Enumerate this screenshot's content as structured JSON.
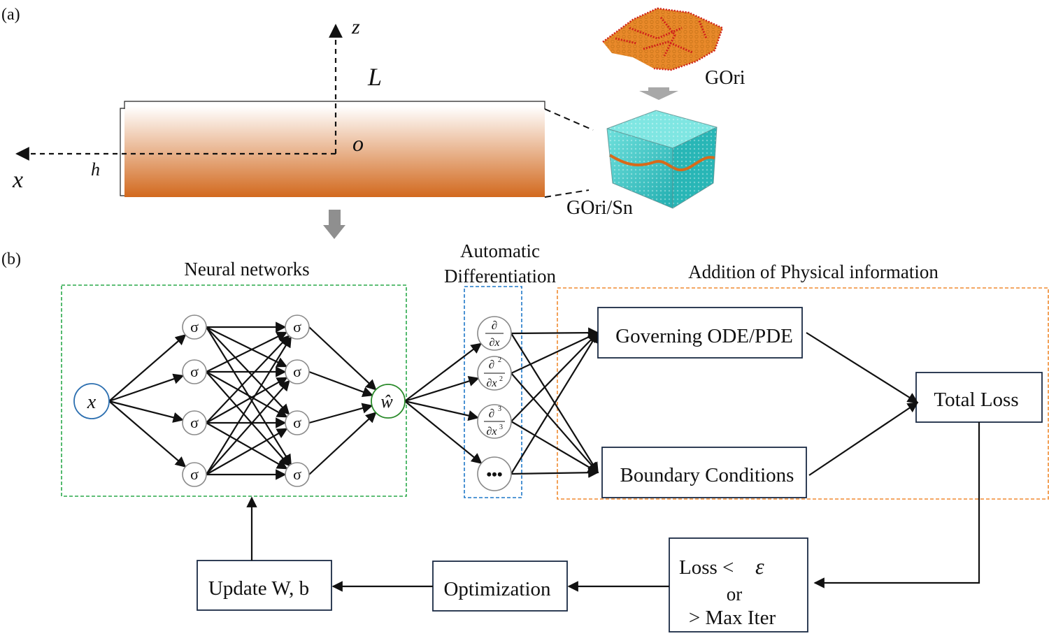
{
  "panel_a": {
    "label": "(a)",
    "axis_z": "z",
    "axis_x": "x",
    "length_label": "L",
    "origin_label": "o",
    "height_label": "h",
    "material_top": "GOri",
    "material_bottom": "GOri/Sn",
    "beam_color_top": "#ffffff",
    "beam_color_bottom": "#d2691e",
    "sheet_color": "#e8892a",
    "sheet_edge_color": "#d0201a",
    "cube_color": "#2ec4c4"
  },
  "panel_b": {
    "label": "(b)",
    "nn_title": "Neural networks",
    "ad_title_line1": "Automatic",
    "ad_title_line2": "Differentiation",
    "phys_title": "Addition of Physical information",
    "input_node": "x",
    "output_node": "ŵ",
    "hidden_node": "σ",
    "deriv_d": "∂",
    "deriv_x": "∂x",
    "deriv_more": "•••",
    "governing_box": "Governing ODE/PDE",
    "boundary_box": "Boundary Conditions",
    "total_loss_box": "Total Loss",
    "criteria_line1": "Loss <",
    "criteria_epsilon": "ε",
    "criteria_line2": "or",
    "criteria_line3": "> Max Iter",
    "optimization_box": "Optimization",
    "update_box": "Update W, b",
    "nn_border_color": "#2aa84a",
    "ad_border_color": "#1f78c8",
    "phys_border_color": "#f08a30",
    "input_node_color": "#2c6fb0",
    "output_node_color": "#2a8a2a"
  }
}
